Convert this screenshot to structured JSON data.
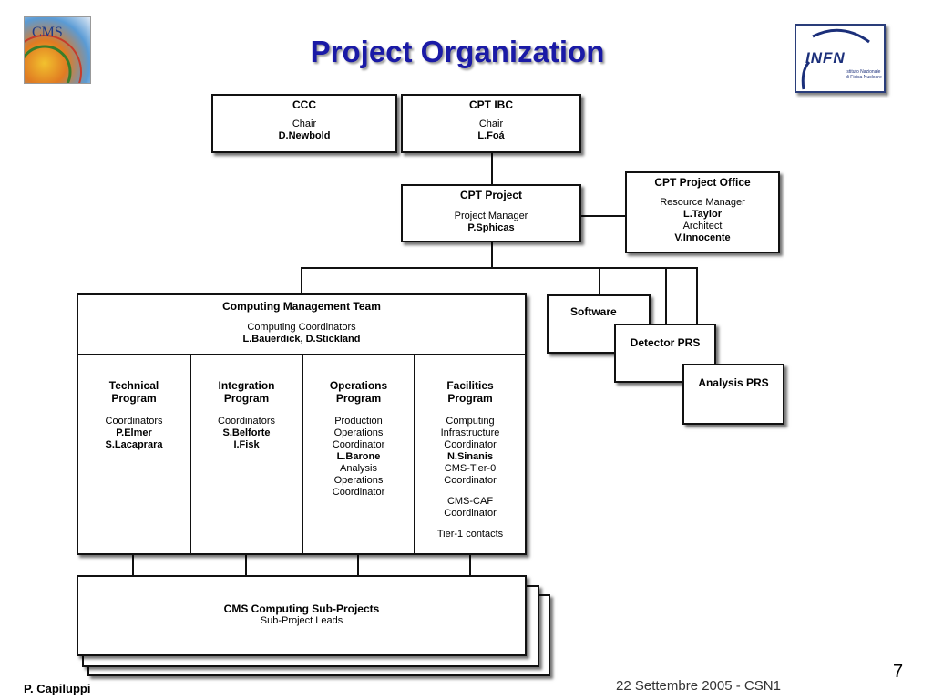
{
  "title": "Project Organization",
  "logos": {
    "left_logo": "CMS",
    "right_logo": "INFN",
    "right_logo_caption": "Istituto Nazionale di Fisica Nucleare"
  },
  "ccc": {
    "title": "CCC",
    "role": "Chair",
    "name": "D.Newbold"
  },
  "cpt_ibc": {
    "title": "CPT IBC",
    "role": "Chair",
    "name": "L.Foá"
  },
  "cpt_project": {
    "title": "CPT Project",
    "role": "Project Manager",
    "name": "P.Sphicas"
  },
  "cpt_office": {
    "title": "CPT Project Office",
    "role1": "Resource Manager",
    "name1": "L.Taylor",
    "role2": "Architect",
    "name2": "V.Innocente"
  },
  "cmt": {
    "title": "Computing Management Team",
    "role": "Computing Coordinators",
    "names": "L.Bauerdick, D.Stickland"
  },
  "programs": [
    {
      "title1": "Technical",
      "title2": "Program",
      "lines": [
        "Coordinators"
      ],
      "names": [
        "P.Elmer",
        "S.Lacaprara"
      ]
    },
    {
      "title1": "Integration",
      "title2": "Program",
      "lines": [
        "Coordinators"
      ],
      "names": [
        "S.Belforte",
        "I.Fisk"
      ]
    },
    {
      "title1": "Operations",
      "title2": "Program",
      "l1": "Production",
      "l2": "Operations",
      "l3": "Coordinator",
      "n1": "L.Barone",
      "l4": "Analysis",
      "l5": "Operations",
      "l6": "Coordinator"
    },
    {
      "title1": "Facilities",
      "title2": "Program",
      "l1": "Computing",
      "l2": "Infrastructure",
      "l3": "Coordinator",
      "n1": "N.Sinanis",
      "l4": "CMS-Tier-0",
      "l5": "Coordinator",
      "l6": "CMS-CAF",
      "l7": "Coordinator",
      "l8": "Tier-1 contacts"
    }
  ],
  "software": "Software",
  "detector_prs": "Detector PRS",
  "analysis_prs": "Analysis PRS",
  "subprojects": {
    "title": "CMS Computing Sub-Projects",
    "subtitle": "Sub-Project Leads"
  },
  "footer": {
    "author": "P. Capiluppi",
    "date_venue": "22 Settembre 2005 - CSN1",
    "page": "7"
  },
  "colors": {
    "title": "#1a1aa6",
    "lines": "#111111"
  }
}
